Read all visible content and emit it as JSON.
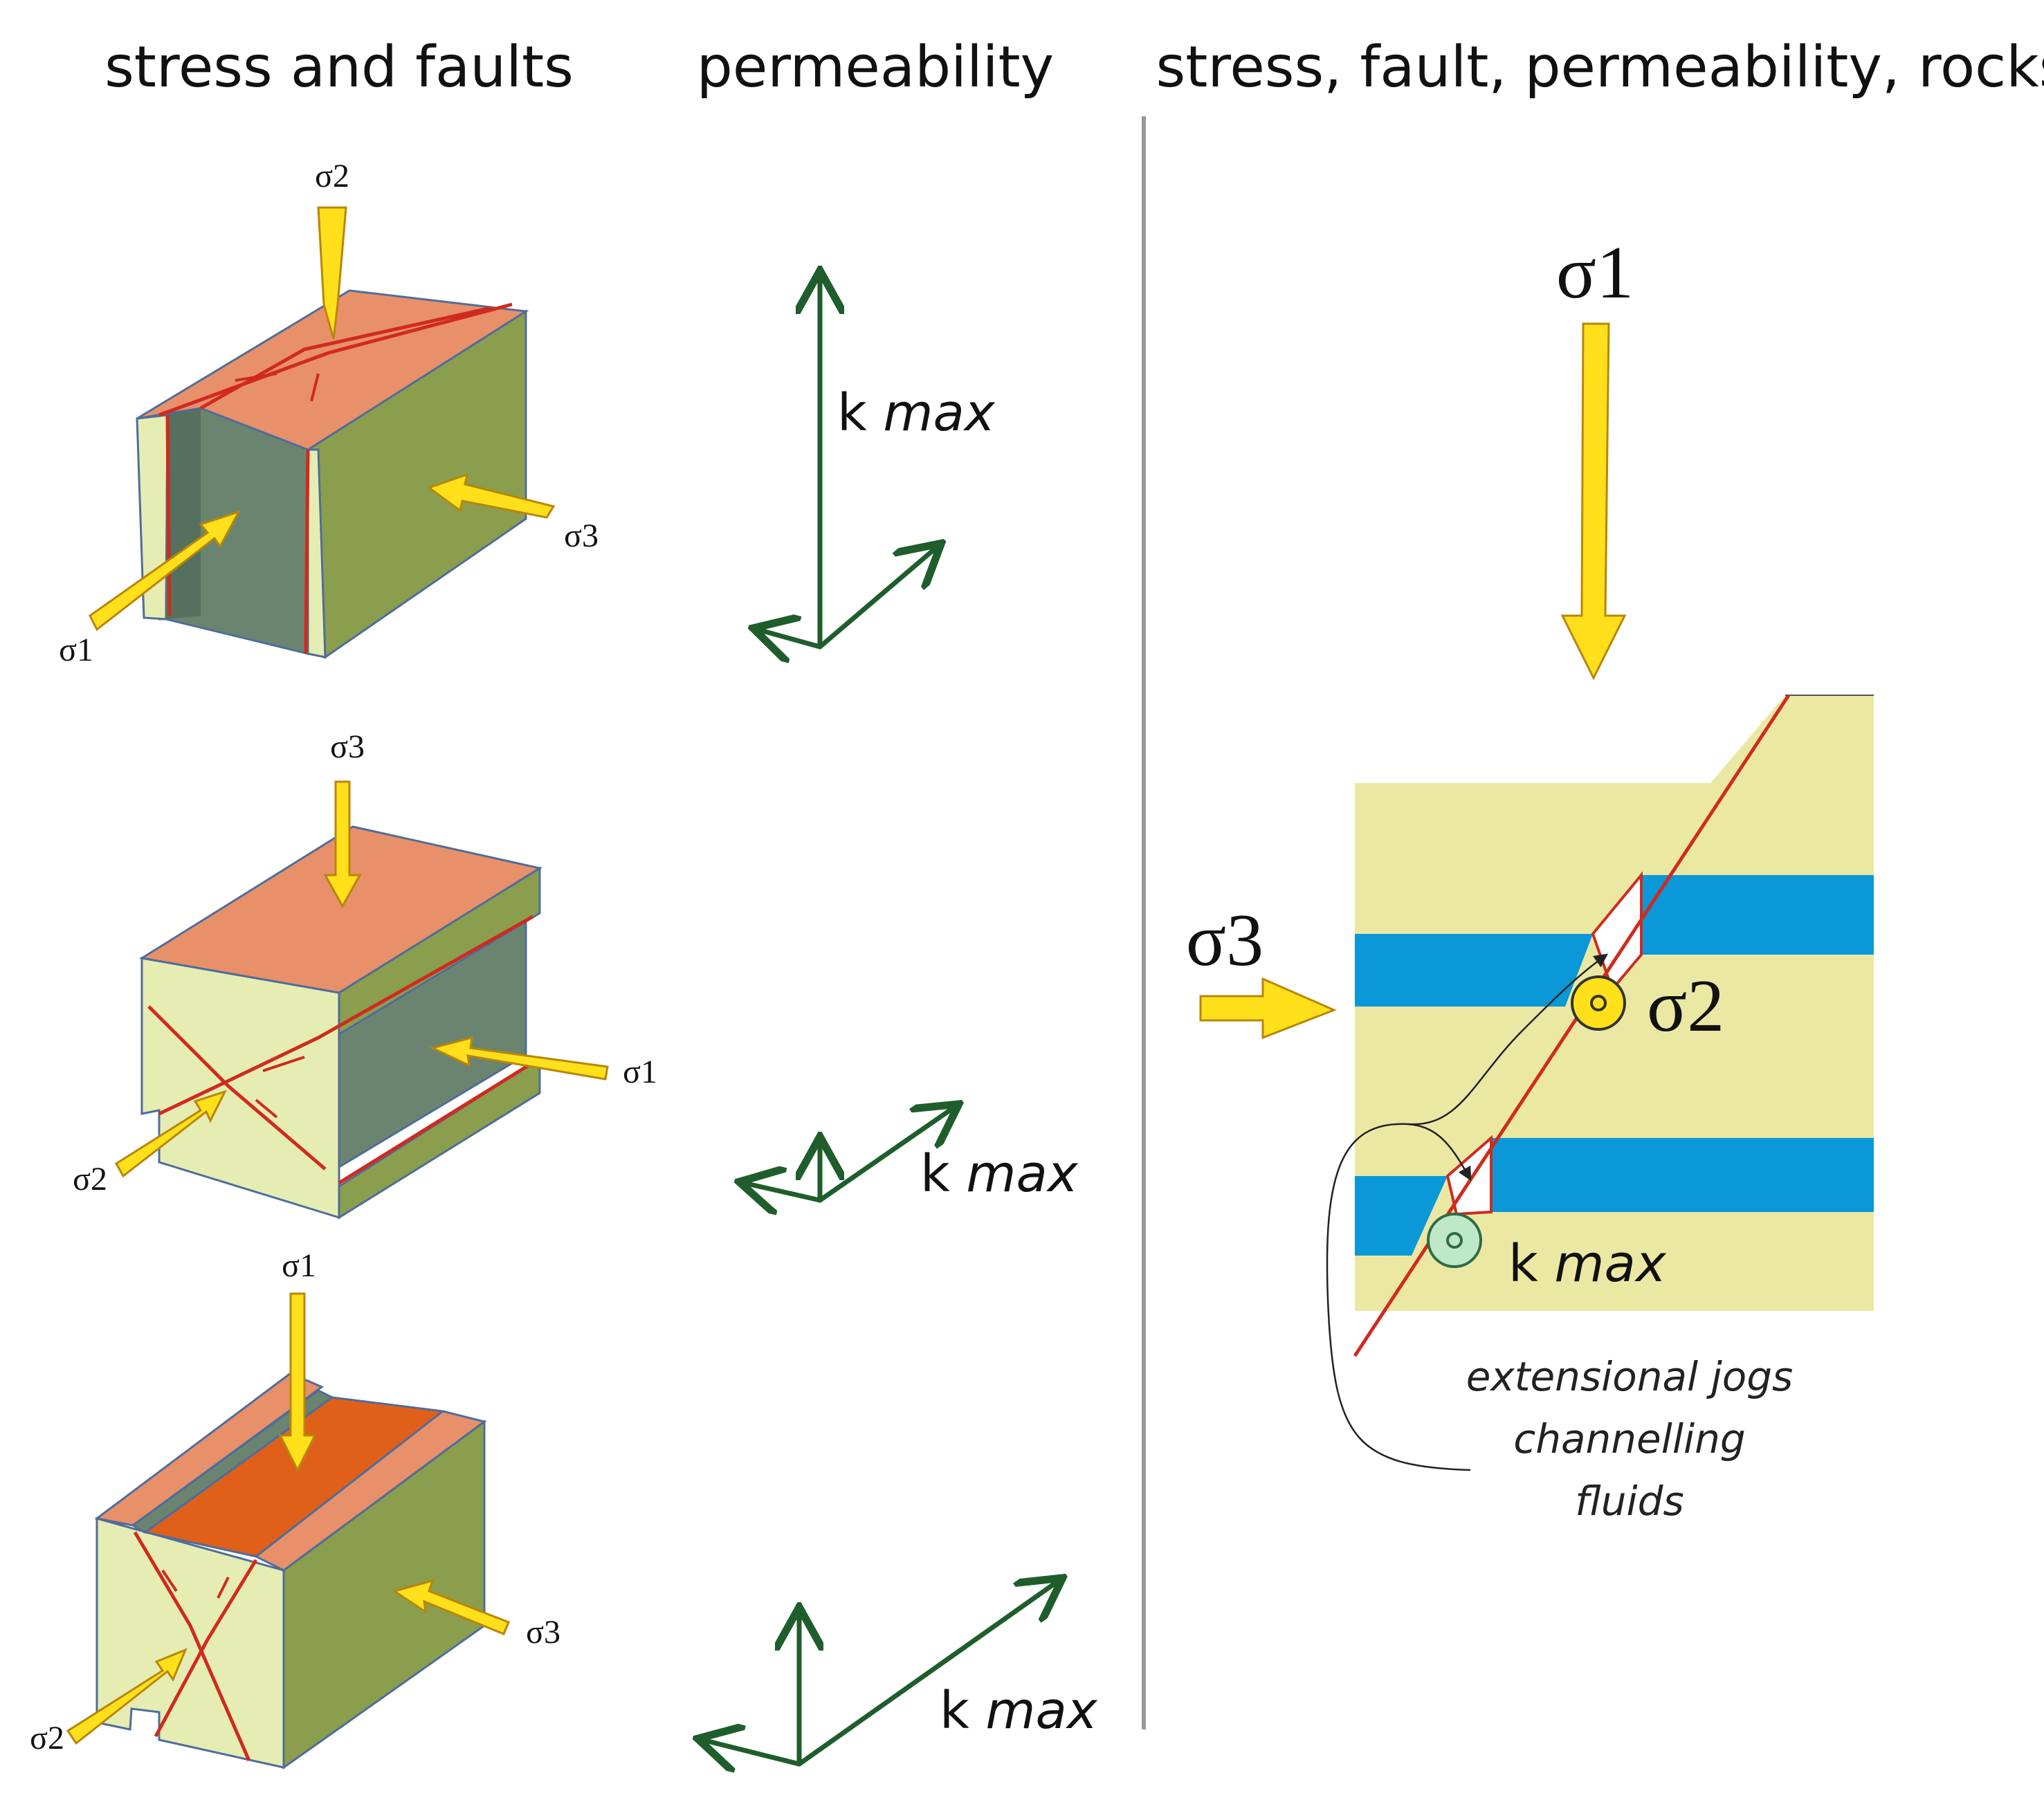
{
  "headings": {
    "stress_faults": "stress and faults",
    "permeability": "permeability",
    "combined": "stress, fault, permeability, rocks"
  },
  "block1": {
    "sigma_top": "σ2",
    "sigma_right": "σ3",
    "sigma_left": "σ1"
  },
  "block2": {
    "sigma_top": "σ3",
    "sigma_right": "σ1",
    "sigma_left": "σ2"
  },
  "block3": {
    "sigma_top": "σ1",
    "sigma_right": "σ3",
    "sigma_left": "σ2"
  },
  "perm": {
    "k_letter": "k",
    "max_word": "max"
  },
  "right_panel": {
    "sigma_top": "σ1",
    "sigma_left": "σ3",
    "sigma_center": "σ2",
    "k_letter": "k",
    "max_word": "max",
    "caption": [
      "extensional jogs",
      "channelling",
      "fluids"
    ]
  },
  "colors": {
    "top_face": "#E8906A",
    "top_face_dark": "#E0601A",
    "side_face": "#8A9E4E",
    "end_face": "#E6EDB2",
    "recess_face": "#6B8470",
    "fault_line": "#D02A1E",
    "stress_arrow": "#FFE01A",
    "arrow_outline": "#B8860B",
    "k_arrow": "#1F5E2C",
    "rock_yellow": "#EBE8A4",
    "rock_blue": "#0A98D8",
    "divider": "#999999"
  }
}
